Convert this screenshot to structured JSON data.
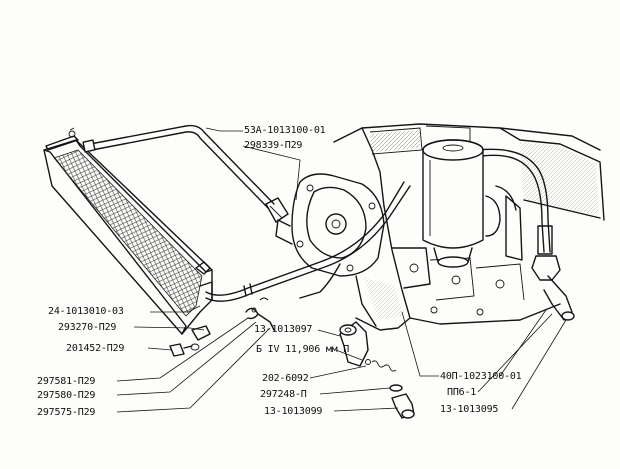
{
  "labels": {
    "hose_tube": "53А-1013100-01",
    "clamp_top": "298339-П29",
    "radiator": "24-1013010-03",
    "washer_a": "293270-П29",
    "bolt": "201452-П29",
    "part_297581": "297581-П29",
    "part_297580": "297580-П29",
    "part_297575": "297575-П29",
    "fitting_a": "13-1013097",
    "bolt_spec": "Б IV 11,906 мм П",
    "spring": "202-6092",
    "gasket": "297248-П",
    "fitting_b": "13-1013099",
    "filter": "40П-1023100-01",
    "plug": "ПП6-1",
    "fitting_c": "13-1013095"
  }
}
